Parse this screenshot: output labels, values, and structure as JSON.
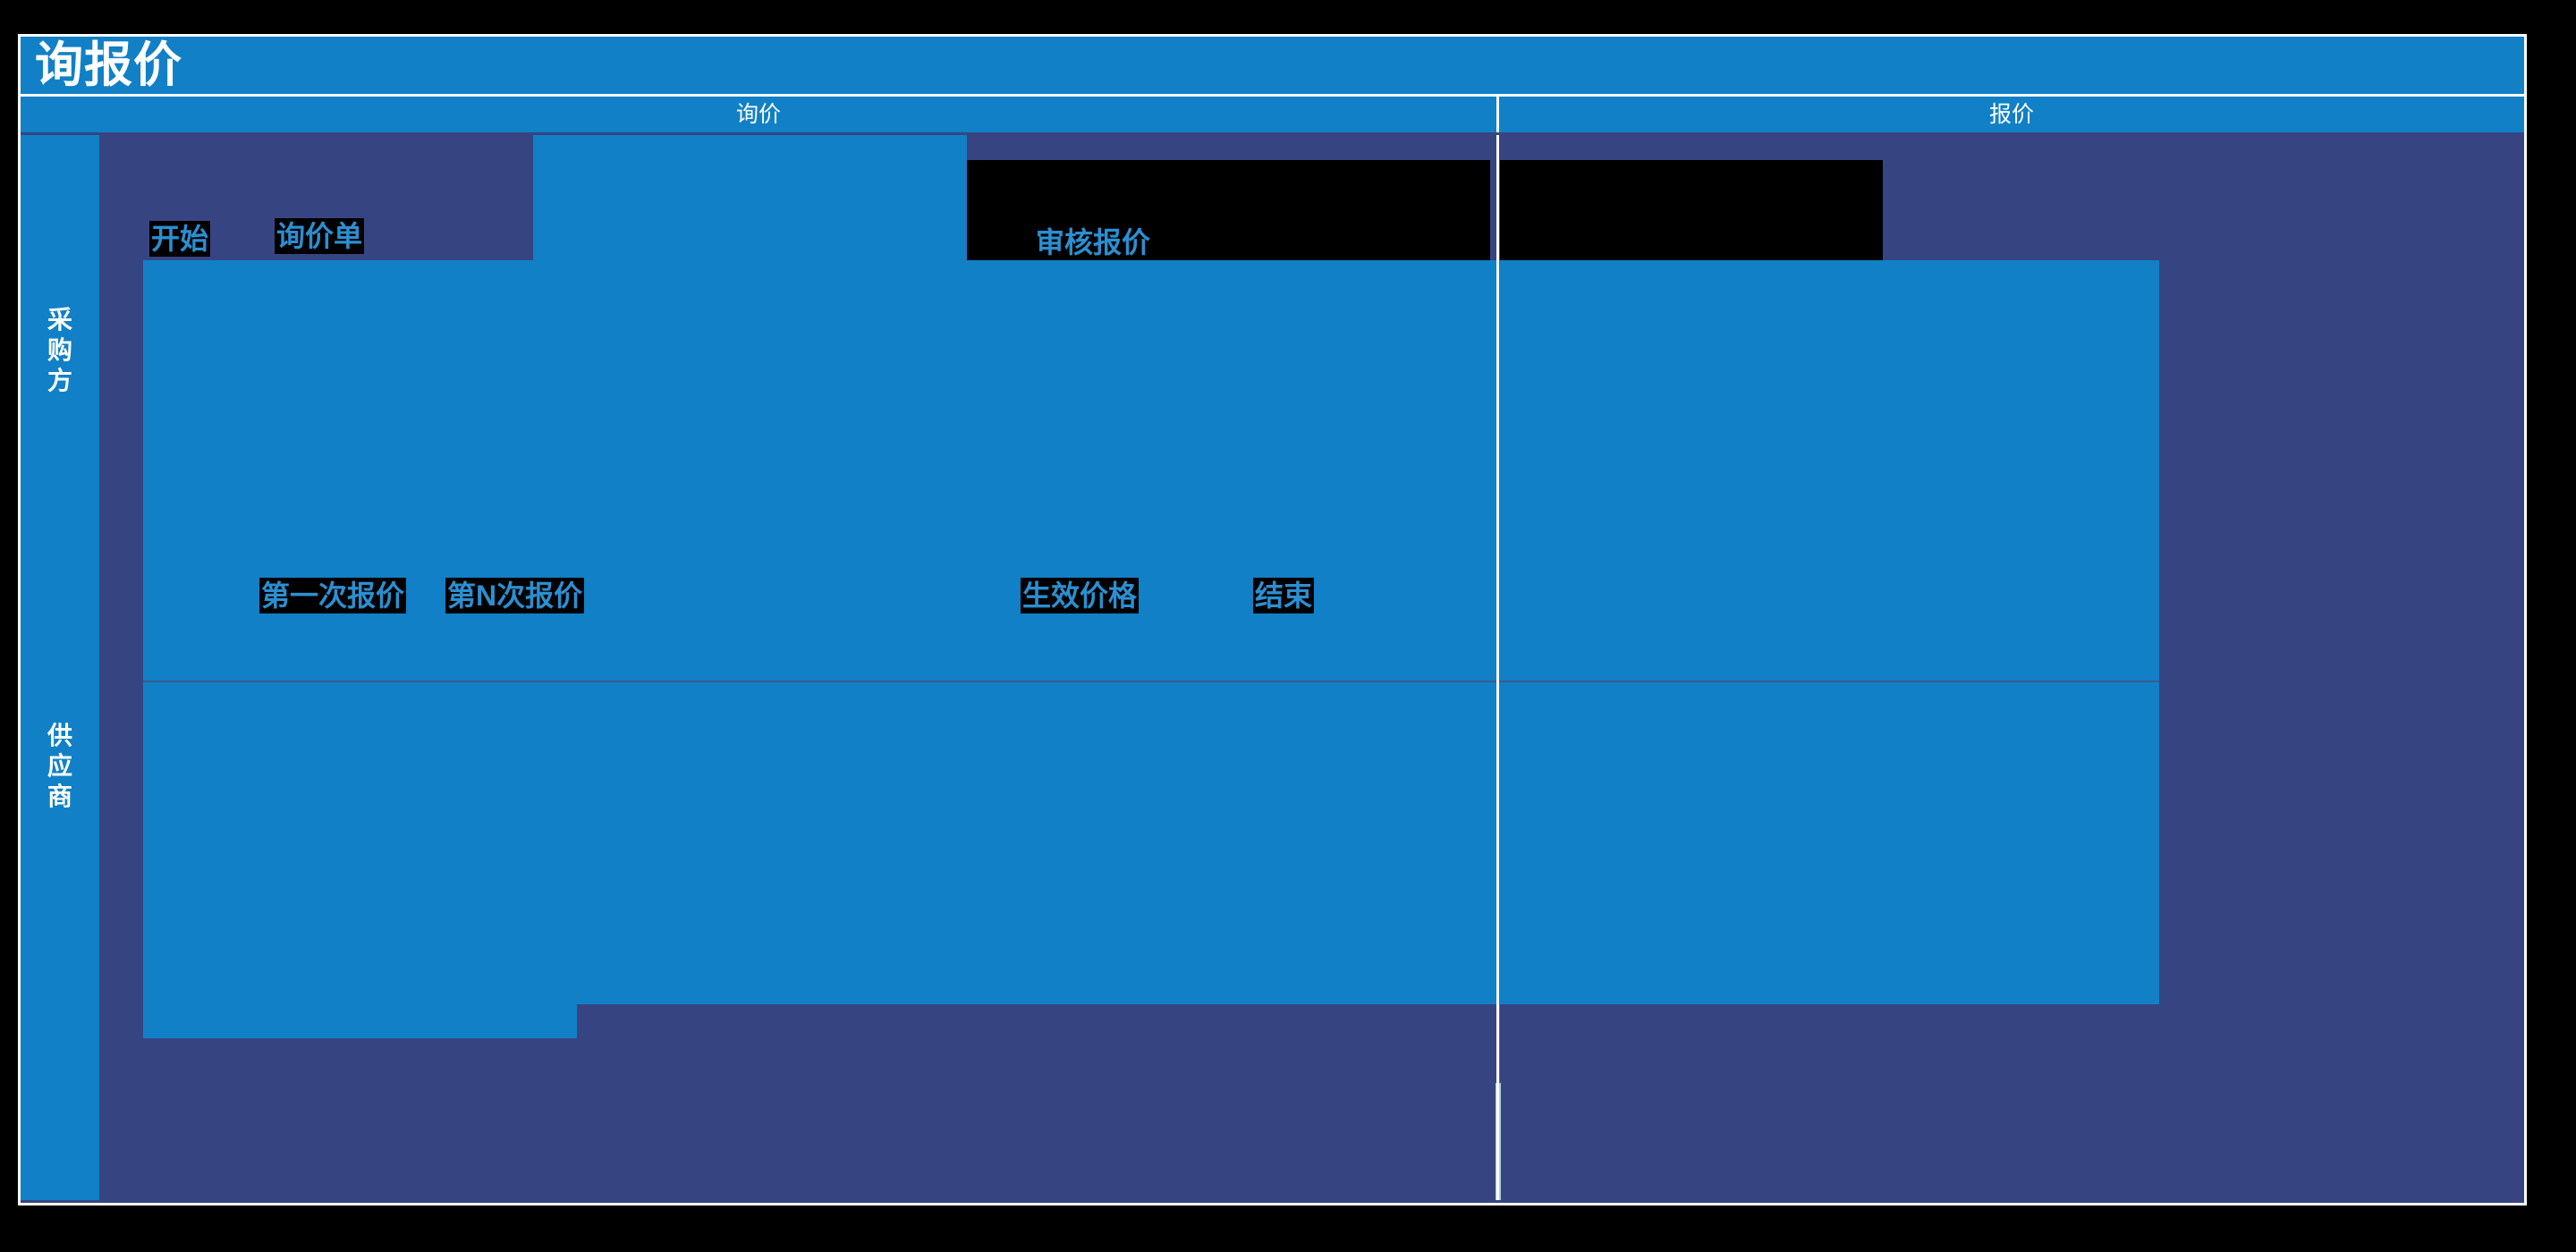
{
  "page": {
    "background": "#000000"
  },
  "colors": {
    "accent_blue": "#1180c6",
    "panel_navy": "#374482",
    "node_text": "#2b8fd1",
    "node_plate": "#000000",
    "border_white": "#ffffff",
    "light_blue_line": "#a9cfe7"
  },
  "header": {
    "title": "询报价"
  },
  "phases": [
    {
      "label": "询价"
    },
    {
      "label": "报价"
    }
  ],
  "lanes": [
    {
      "name": "采购方"
    },
    {
      "name": "供应商"
    }
  ],
  "nodes": [
    {
      "id": "start",
      "label": "开始",
      "lane": "采购方",
      "phase": "询价"
    },
    {
      "id": "rfq",
      "label": "询价单",
      "lane": "采购方",
      "phase": "询价"
    },
    {
      "id": "review-quote",
      "label": "审核报价",
      "lane": "采购方",
      "phase": "报价"
    },
    {
      "id": "first-quote",
      "label": "第一次报价",
      "lane": "供应商",
      "phase": "询价"
    },
    {
      "id": "nth-quote",
      "label": "第N次报价",
      "lane": "供应商",
      "phase": "询价"
    },
    {
      "id": "active-price",
      "label": "生效价格",
      "lane": "供应商",
      "phase": "报价"
    },
    {
      "id": "end",
      "label": "结束",
      "lane": "供应商",
      "phase": "报价"
    }
  ]
}
